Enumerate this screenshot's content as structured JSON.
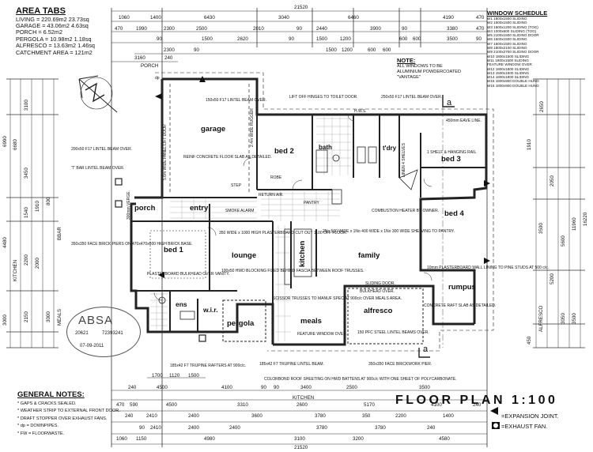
{
  "area_tabs": {
    "title": "AREA TABS",
    "lines": [
      "LIVING = 220.69m2  23.73sq",
      "GARAGE = 43.06m2  4.63sq",
      "PORCH = 6.52m2",
      "PERGOLA = 10.98m2  1.18sq",
      "ALFRESCO = 13.63m2  1.46sq",
      "CATCHMENT AREA = 121m2"
    ]
  },
  "window_schedule": {
    "title": "WINDOW SCHEDULE",
    "lines": [
      "W1  1800x1500 SLIDING",
      "W2  1500x1500 SLIDING",
      "W3  1500x1200 SLIDING (TOG)",
      "W4  1000x600  SLIDING (TOG)",
      "W5  2100x1500 SLIDING DOOR",
      "W6  1500x1500 SLIDING",
      "W7  1500x1500 SLIDING",
      "W8  1800x2100 SLIDING",
      "W9  2100x2700 SLIDING DOOR",
      "W10 1800x1500 SLIDING",
      "W11 1800x1500 SLIDING",
      "      FEATURE WINDOW OVER",
      "W12 1800x1800 SLIDING",
      "W13 1500x1500 SLIDING",
      "W14 1800x1800 SLIDING",
      "W15 1800x900  DOUBLE HUNG",
      "W16 1800x900  DOUBLE HUNG"
    ]
  },
  "note": {
    "title": "NOTE:",
    "lines": [
      "ALL WINDOWS TO BE",
      "ALUMINIUM POWDERCOATED",
      "\"VANTAGE\""
    ]
  },
  "general_notes": {
    "title": "GENERAL NOTES:",
    "lines": [
      "* GAPS & CRACKS SEALED.",
      "* WEATHER STRIP TO EXTERNAL FRONT DOOR.",
      "* DRAFT STOPPER OVER EXHAUST FANS.",
      "* dp = DOWNPIPES.",
      "* FW = FLOORWASTE."
    ]
  },
  "floor_title": "FLOOR PLAN 1:100",
  "legend": {
    "expansion": "=EXPANSION JOINT.",
    "exhaust": "=EXHAUST FAN."
  },
  "stamp": {
    "logo": "ABSA",
    "number": "20621",
    "account": "72393241",
    "date": "07-09-2011"
  },
  "rooms": {
    "garage": "garage",
    "bed2": "bed 2",
    "bath": "bath",
    "wc": "t'dry",
    "bed3": "bed 3",
    "bed4": "bed 4",
    "porch": "porch",
    "entry": "entry",
    "bed1": "bed 1",
    "lounge": "lounge",
    "kitchen": "kitchen",
    "family": "family",
    "rumpus": "rumpus",
    "ens": "ens",
    "wir": "w.i.r.",
    "pergola": "pergola",
    "meals": "meals",
    "alfresco": "alfresco"
  },
  "top_dims": {
    "overall": "21520",
    "row1": [
      "1060",
      "1400",
      "6430",
      "3040",
      "6460",
      "4190",
      "470"
    ],
    "row2": [
      "470",
      "1990",
      "2300",
      "2500",
      "2010",
      "90",
      "2440",
      "3900",
      "90",
      "3380",
      "470"
    ],
    "row3": [
      "90",
      "1500",
      "2620",
      "90",
      "1500",
      "1200",
      "600",
      "600",
      "3500",
      "90"
    ],
    "row4": [
      "2300",
      "90",
      "1500",
      "1200",
      "600",
      "600"
    ],
    "porch_dims": [
      "3160",
      "240"
    ],
    "porch_label": "PORCH"
  },
  "bottom_dims": {
    "row1": [
      "1700",
      "1120",
      "1500"
    ],
    "row2": [
      "240",
      "4500",
      "4100",
      "90",
      "90",
      "3400",
      "2500",
      "3500"
    ],
    "row3": [
      "470",
      "590",
      "4500",
      "3310",
      "2600",
      "5170",
      "4100",
      "240"
    ],
    "kitchen_label": "KITCHEN",
    "row4": [
      "240",
      "2410",
      "2400",
      "3600",
      "3780",
      "350",
      "2200",
      "1400"
    ],
    "row5": [
      "90",
      "2410",
      "2400",
      "2400",
      "3780",
      "3780",
      "240"
    ],
    "row6": [
      "1060",
      "1150",
      "4980",
      "3100",
      "3200",
      "4580"
    ],
    "overall": "21520"
  },
  "left_dims": {
    "outer": [
      "6990",
      "4480",
      "3000"
    ],
    "mid": [
      "3100",
      "3450",
      "1540",
      "2200",
      "2150"
    ],
    "inner": [
      "6680",
      "1910",
      "2000",
      "800",
      "3000"
    ],
    "labels": [
      "BBAR",
      "MEALS",
      "KITCHEN"
    ]
  },
  "right_dims": {
    "outer": [
      "16220"
    ],
    "mid": [
      "2650",
      "11960",
      "5600",
      "5200",
      "2050"
    ],
    "inner": [
      "1910",
      "450",
      "3500",
      "3050",
      "3500"
    ],
    "labels": [
      "ALFRESCO"
    ]
  },
  "annotations": [
    "150x50 F17 LINTEL BEAM OVER.",
    "LIFT OFF HINGES TO TOILET DOOR.",
    "250x50 F17 LINTEL BEAM OVER.",
    "450mm EAVE LINE.",
    "200x50 F17 LINTEL BEAM OVER.",
    "'T' BAR LINTEL BEAM OVER.",
    "REINF CONCRETE FLOOR SLAB AS DETAILED.",
    "350x350 FACE BRICK PIERS ON 470x470x600 HIGH BRICK BASE.",
    "300mm VERGE.",
    "PLASTERBOARD BULKHEAD OVER VANITY.",
    "350 WIDE x 1000 HIGH PLASTERBOARD CUT OUT 1100 OFF FLOOR.",
    "100x50 HWD BLOCKING FIXED BEHIND FASCIA BETWEEN ROOF TRUSSES.",
    "2No 500 WIDE x 1No 400 WIDE x 1No 300 WIDE SHELVING TO PANTRY.",
    "COMBUSTION HEATER BY OWNER.",
    "10mm PLASTERBOARD WALL LINING TO PINE STUDS AT 500 c/c.",
    "CONCRETE RAFT SLAB AS DETAILED.",
    "SCISSOR TRUSSES TO MANUF SPEC AT 900c/c OVER MEALS AREA.",
    "FEATURE WINDOW OVER.",
    "150 PFC STEEL LINTEL BEAMS OVER.",
    "185x42 F7 TRUPINE RAFTERS AT 900c/c.",
    "185x42 F7 TRUPINE LINTEL BEAM.",
    "COLORBOND ROOF SHEETING ON HWD BATTENS AT 900c/c WITH ONE SHEET OF POLYCARBONATE.",
    "350x350 FACE BRICKWORK PIER.",
    "1 SHELF & HANGING RAIL",
    "SMOKE ALARM",
    "RETURN AIR.",
    "SLIDING DOOR.",
    "BULKHEAD OVER.",
    "PANTRY",
    "ROBE",
    "LINEN 4 SHELVES",
    "H.W.S.",
    "5.6m WIDE PANEL LIFT DOOR",
    "2.4m WIDE RUGGER",
    "STEP",
    "dp"
  ],
  "section_mark": "a"
}
